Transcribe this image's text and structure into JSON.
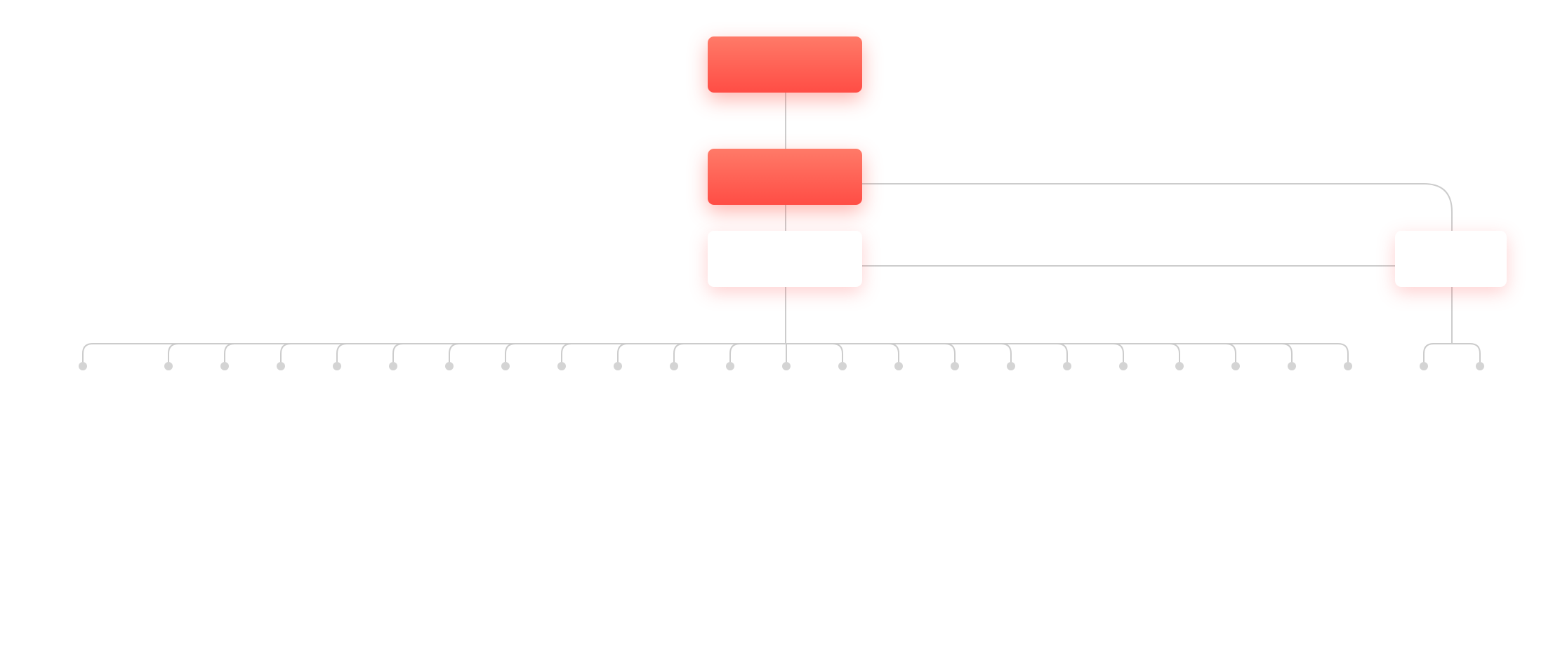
{
  "diagram": {
    "type": "tree",
    "nodes": [
      {
        "id": "root",
        "label": "",
        "style": "red"
      },
      {
        "id": "second",
        "label": "",
        "style": "red"
      },
      {
        "id": "third",
        "label": "",
        "style": "white"
      },
      {
        "id": "side",
        "label": "",
        "style": "white"
      }
    ],
    "edges": [
      [
        "root",
        "second"
      ],
      [
        "second",
        "third"
      ],
      [
        "second",
        "side"
      ],
      [
        "third",
        "side"
      ]
    ],
    "leaf_groups": [
      {
        "parent": "third",
        "count": 23
      },
      {
        "parent": "side",
        "count": 2
      }
    ],
    "colors": {
      "accent": "#ff5a4f",
      "connector": "#cccccc",
      "leaf": "#d4d4d4"
    }
  }
}
